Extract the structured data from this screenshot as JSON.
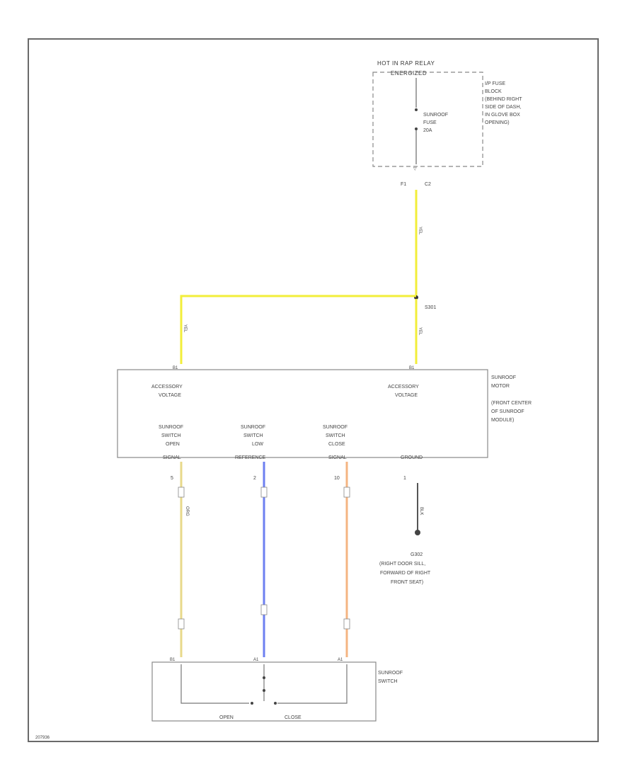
{
  "relay": {
    "label_line1": "HOT IN RAP RELAY",
    "label_line2": "ENERGIZED"
  },
  "fuse_block": {
    "label_lines": [
      "I/P FUSE",
      "BLOCK",
      "(BEHIND RIGHT",
      "SIDE OF DASH,",
      "IN GLOVE BOX",
      "OPENING)"
    ],
    "fuse_lines": [
      "SUNROOF",
      "FUSE",
      "20A"
    ],
    "pin_left": "F1",
    "pin_right": "C2"
  },
  "wires": {
    "yel": "YEL",
    "org": "ORG",
    "blk": "BLK"
  },
  "splice": {
    "label": "S301"
  },
  "motor": {
    "label_lines": [
      "SUNROOF",
      "MOTOR",
      "(FRONT CENTER",
      "OF SUNROOF",
      "MODULE)"
    ],
    "pin_acc_left": "B1",
    "pin_acc_right": "B1",
    "acc_left_lines": [
      "ACCESSORY",
      "VOLTAGE"
    ],
    "acc_right_lines": [
      "ACCESSORY",
      "VOLTAGE"
    ],
    "open_lines": [
      "SUNROOF",
      "SWITCH",
      "OPEN",
      "SIGNAL"
    ],
    "low_ref_lines": [
      "SUNROOF",
      "SWITCH",
      "LOW",
      "REFERENCE"
    ],
    "close_lines": [
      "SUNROOF",
      "SWITCH",
      "CLOSE",
      "SIGNAL"
    ],
    "ground_label": "GROUND",
    "pin_open": "5",
    "pin_low": "2",
    "pin_close": "10",
    "pin_ground": "1"
  },
  "ground_point": {
    "label_lines": [
      "G302",
      "(RIGHT DOOR SILL,",
      "FORWARD OF RIGHT",
      "FRONT SEAT)"
    ]
  },
  "switch": {
    "label_lines": [
      "SUNROOF",
      "SWITCH"
    ],
    "pin_left": "B1",
    "pin_center": "A1",
    "pin_right": "A1",
    "open_label": "OPEN",
    "close_label": "CLOSE"
  },
  "footer_code": "207936",
  "colors": {
    "yellow": "#f2ee3a",
    "tan": "#e8d98a",
    "blue": "#6d7ff0",
    "orange": "#f4b482",
    "black": "#555555",
    "border": "#6a6a6a"
  }
}
